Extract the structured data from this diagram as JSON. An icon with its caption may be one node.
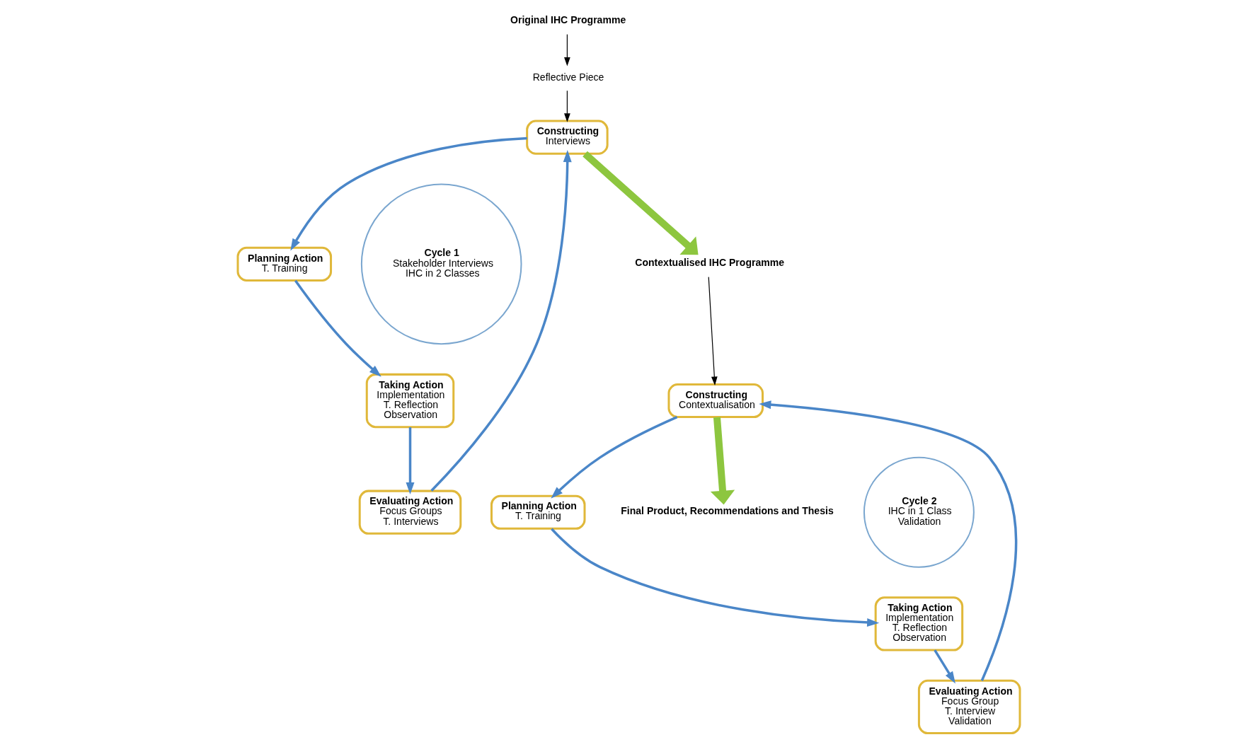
{
  "diagram": {
    "nodes": [
      {
        "text": [
          "Original IHC Programme"
        ]
      },
      {
        "text": [
          "Reflective Piece"
        ]
      },
      {
        "text": [
          "Constructing",
          "Interviews"
        ]
      },
      {
        "text": [
          "Planning Action",
          "T. Training"
        ]
      },
      {
        "text": [
          "Taking Action",
          "Implementation",
          "T. Reflection",
          "Observation"
        ]
      },
      {
        "text": [
          "Evaluating Action",
          "Focus Groups",
          "T. Interviews"
        ]
      },
      {
        "text": [
          "Cycle 1",
          "Stakeholder Interviews",
          "IHC in 2 Classes"
        ]
      },
      {
        "text": [
          "Contextualised IHC Programme"
        ]
      },
      {
        "text": [
          "Constructing",
          "Contextualisation"
        ]
      },
      {
        "text": [
          "Planning Action",
          "T. Training"
        ]
      },
      {
        "text": [
          "Taking Action",
          "Implementation",
          "T. Reflection",
          "Observation"
        ]
      },
      {
        "text": [
          "Evaluating Action",
          "Focus Group",
          "T. Interview",
          "Validation"
        ]
      },
      {
        "text": [
          "Cycle 2",
          "IHC in 1 Class",
          "Validation"
        ]
      },
      {
        "text": [
          "Final Product, Recommendations and Thesis"
        ]
      }
    ],
    "edges": [
      {
        "from": 0,
        "to": 1,
        "arrow": "to",
        "color": "#000000"
      },
      {
        "from": 1,
        "to": 2,
        "arrow": "to",
        "color": "#000000"
      },
      {
        "from": 2,
        "to": 7,
        "arrow": "to",
        "style": "thick",
        "color": "#8dc63f"
      },
      {
        "from": 2,
        "to": 3,
        "arrow": "to"
      },
      {
        "from": 3,
        "to": 4,
        "arrow": "to"
      },
      {
        "from": 4,
        "to": 5,
        "arrow": "to"
      },
      {
        "from": 5,
        "to": 2,
        "arrow": "to"
      },
      {
        "from": 7,
        "to": 8,
        "arrow": "to",
        "color": "#000000"
      },
      {
        "from": 8,
        "to": 9,
        "arrow": "to"
      },
      {
        "from": 9,
        "to": 10,
        "arrow": "to"
      },
      {
        "from": 10,
        "to": 11,
        "arrow": "to"
      },
      {
        "from": 11,
        "to": 8,
        "arrow": "to"
      },
      {
        "from": 8,
        "to": 13,
        "arrow": "to",
        "style": "thick",
        "color": "#8dc63f"
      }
    ]
  }
}
